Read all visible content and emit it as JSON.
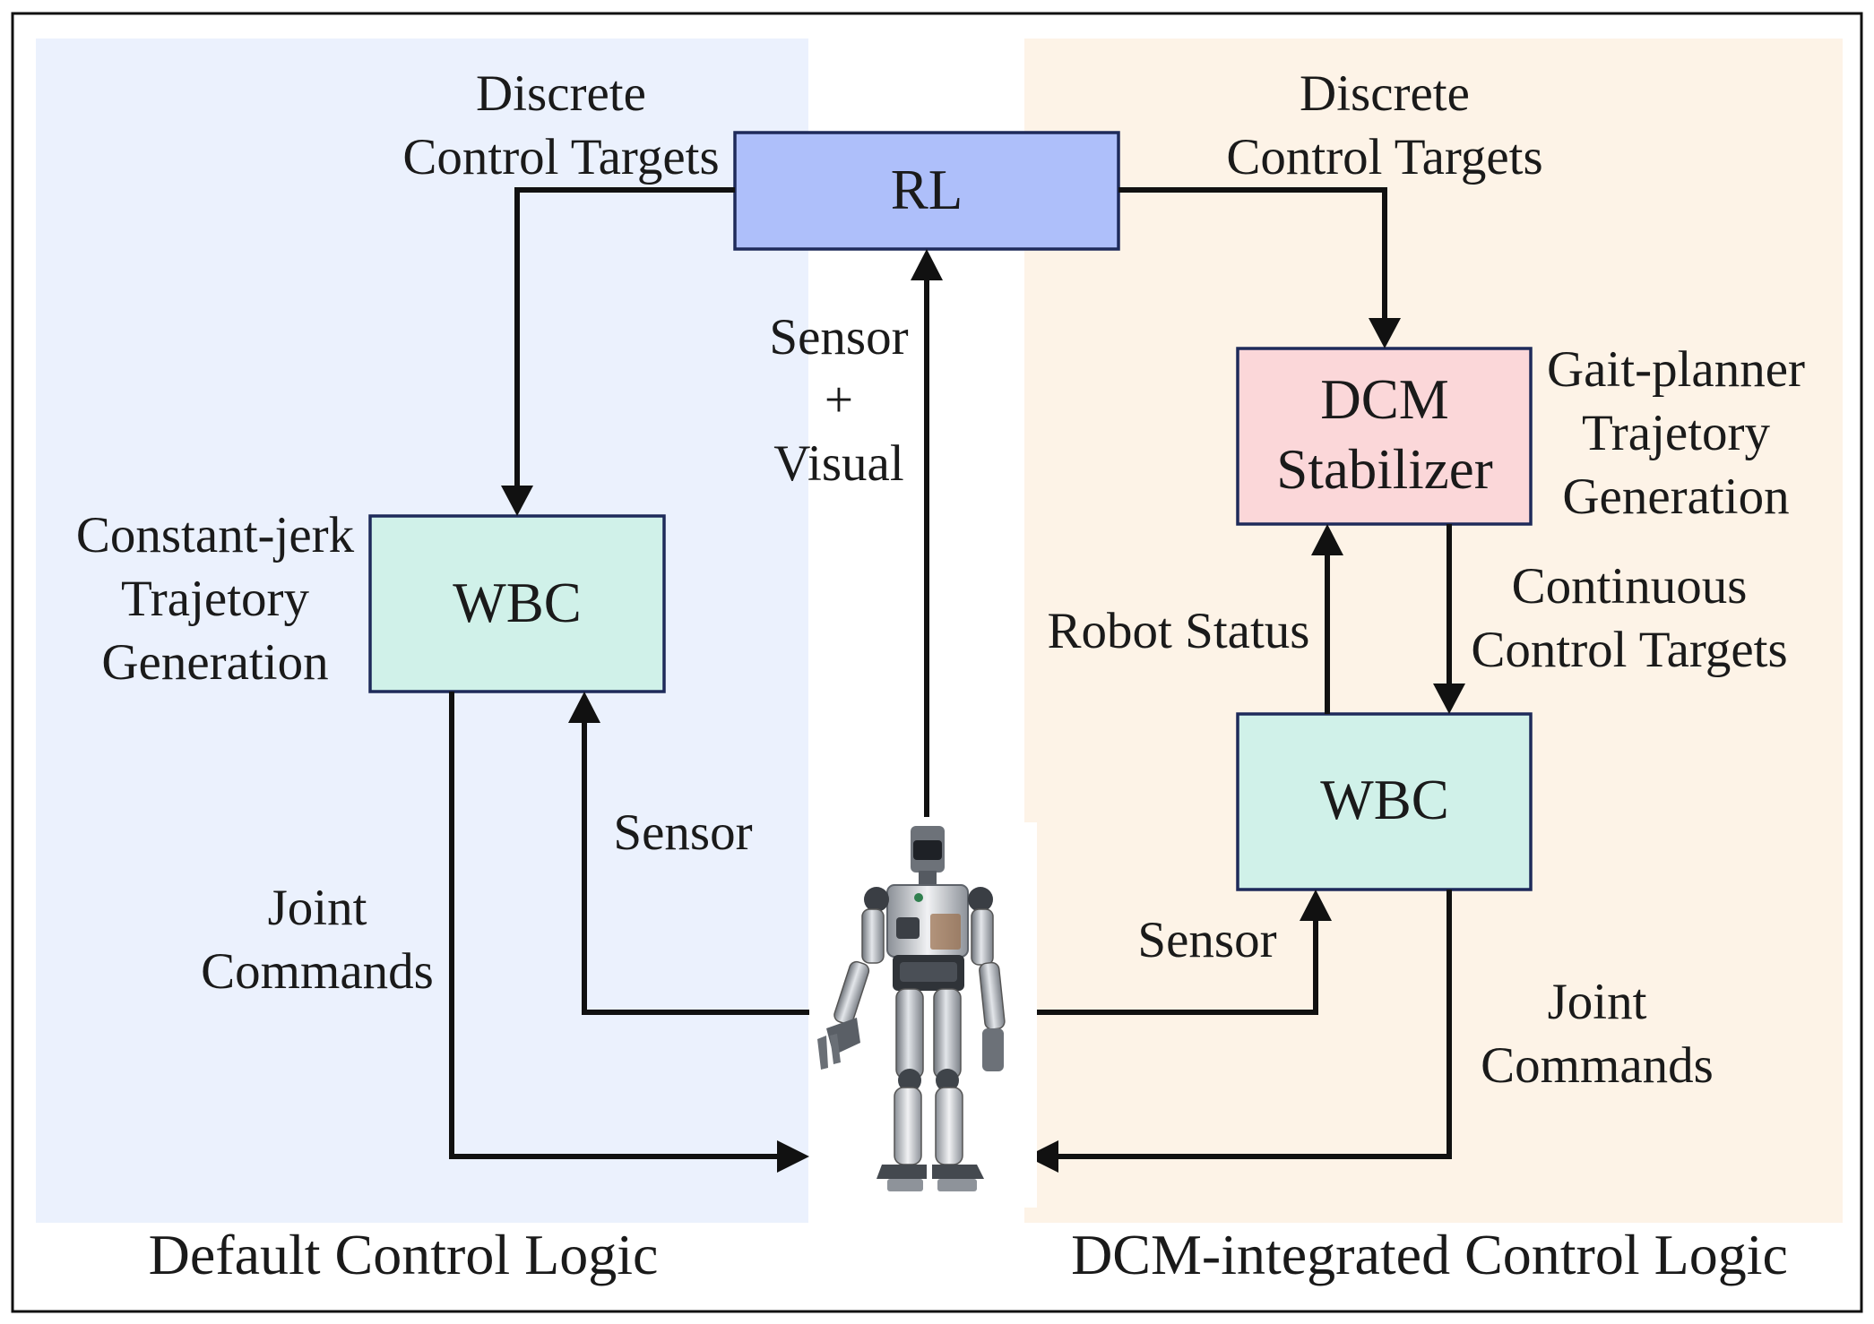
{
  "colors": {
    "left_panel": "#ebf1fd",
    "right_panel": "#fdf3e7",
    "rl_box": "#aebffa",
    "dcm_box": "#fbd7d9",
    "wbc_box": "#d0f1e9",
    "box_border": "#1e2a5a",
    "arrow": "#111111"
  },
  "rl_box": {
    "label": "RL"
  },
  "left": {
    "title": "Default Control Logic",
    "wbc": {
      "label": "WBC"
    },
    "trajectory_label": [
      "Constant-jerk",
      "Trajetory",
      "Generation"
    ],
    "targets_label": [
      "Discrete",
      "Control Targets"
    ],
    "sensor_label": "Sensor",
    "joint_label": [
      "Joint",
      "Commands"
    ]
  },
  "center": {
    "sensor_visual_label": [
      "Sensor",
      "+",
      "Visual"
    ],
    "robot": {
      "icon": "humanoid-robot-icon"
    }
  },
  "right": {
    "title": "DCM-integrated Control Logic",
    "dcm": {
      "label": [
        "DCM",
        "Stabilizer"
      ]
    },
    "wbc": {
      "label": "WBC"
    },
    "gait_label": [
      "Gait-planner",
      "Trajetory",
      "Generation"
    ],
    "targets_label": [
      "Discrete",
      "Control Targets"
    ],
    "continuous_label": [
      "Continuous",
      "Control Targets"
    ],
    "robot_status_label": "Robot Status",
    "sensor_label": "Sensor",
    "joint_label": [
      "Joint",
      "Commands"
    ]
  }
}
